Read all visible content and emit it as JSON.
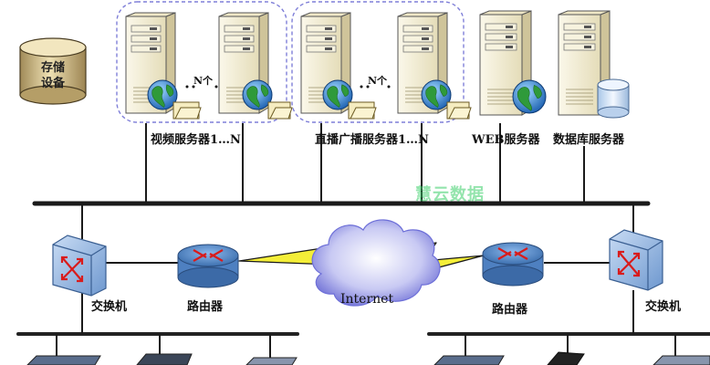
{
  "storage": {
    "line1": "存储",
    "line2": "设备"
  },
  "groups": [
    {
      "label": "视频服务器1…N",
      "n_label": "N个"
    },
    {
      "label": "直播广播服务器1…N",
      "n_label": "N个"
    }
  ],
  "web_server": {
    "label": "WEB服务器"
  },
  "db_server": {
    "label": "数据库服务器"
  },
  "left_switch": {
    "label": "交换机"
  },
  "left_router": {
    "label": "路由器"
  },
  "right_router": {
    "label": "路由器"
  },
  "right_switch": {
    "label": "交换机"
  },
  "cloud": {
    "label": "Internet"
  },
  "watermark": "慧云数据",
  "colors": {
    "tower": "#f4efd6",
    "bus": "#1a1a1a",
    "router": "#5b8ec9",
    "switch": "#8fb4e0",
    "cloud": "#6d6fd8",
    "bolt": "#f4ee38"
  }
}
